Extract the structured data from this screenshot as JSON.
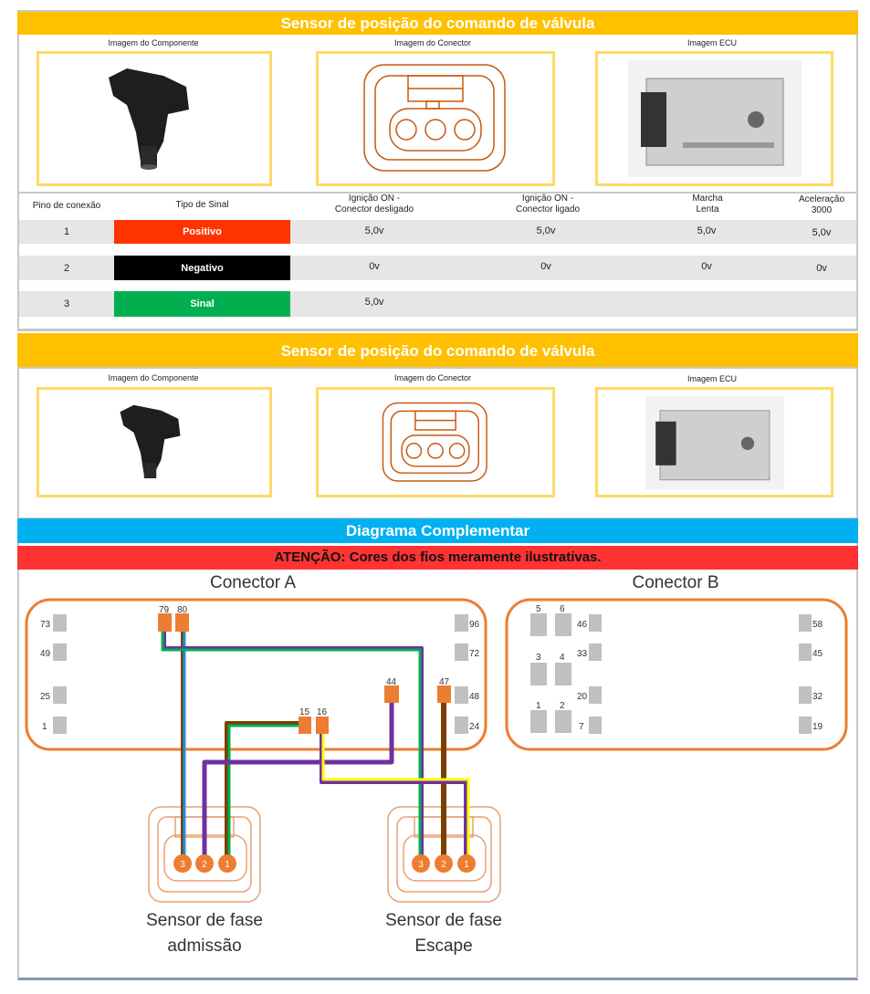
{
  "section1": {
    "title": "Sensor de posição do comando de válvula",
    "image_labels": [
      "Imagem do Componente",
      "Imagem do Conector",
      "Imagem ECU"
    ]
  },
  "table": {
    "headers": [
      "Pino de conexão",
      "Tipo de Sinal",
      "Ignição ON -\nConector desligado",
      "Ignição ON -\nConector ligado",
      "Marcha\nLenta",
      "Aceleração\n3000"
    ],
    "header_lines": [
      [
        "Pino de conexão"
      ],
      [
        "Tipo de Sinal"
      ],
      [
        "Ignição ON -",
        "Conector desligado"
      ],
      [
        "Ignição ON -",
        "Conector ligado"
      ],
      [
        "Marcha",
        "Lenta"
      ],
      [
        "Aceleração",
        "3000"
      ]
    ],
    "rows": [
      {
        "pin": "1",
        "signal": "Positivo",
        "color": "#ff3300",
        "v1": "5,0v",
        "v2": "5,0v",
        "v3": "5,0v",
        "v4": "5,0v"
      },
      {
        "pin": "2",
        "signal": "Negativo",
        "color": "#000000",
        "v1": "0v",
        "v2": "0v",
        "v3": "0v",
        "v4": "0v"
      },
      {
        "pin": "3",
        "signal": "Sinal",
        "color": "#00b050",
        "v1": "5,0v",
        "v2": "",
        "v3": "",
        "v4": ""
      }
    ]
  },
  "section2": {
    "title": "Sensor de posição do comando de válvula",
    "image_labels": [
      "Imagem do Componente",
      "Imagem do Conector",
      "Imagem ECU"
    ]
  },
  "diagram": {
    "title": "Diagrama Complementar",
    "warning": "ATENÇÃO: Cores dos fios meramente ilustrativas.",
    "connector_a": {
      "title": "Conector A",
      "pins_left": [
        "73",
        "49",
        "25",
        "1"
      ],
      "pins_right": [
        "96",
        "72",
        "48",
        "24"
      ],
      "active_pins": [
        "79",
        "80",
        "44",
        "47",
        "15",
        "16"
      ]
    },
    "connector_b": {
      "title": "Conector B",
      "large_pins": [
        "5",
        "6",
        "3",
        "4",
        "1",
        "2"
      ],
      "pins_left": [
        "46",
        "33",
        "20",
        "7"
      ],
      "pins_right": [
        "58",
        "45",
        "32",
        "19"
      ]
    },
    "sensors": [
      {
        "line1": "Sensor de fase",
        "line2": "admissão",
        "pins": [
          "3",
          "2",
          "1"
        ]
      },
      {
        "line1": "Sensor de fase",
        "line2": "Escape",
        "pins": [
          "3",
          "2",
          "1"
        ]
      }
    ]
  },
  "colors": {
    "yellow": "#ffc000",
    "blue": "#00b0f0",
    "red": "#ff3333",
    "orange": "#ed7d31"
  }
}
